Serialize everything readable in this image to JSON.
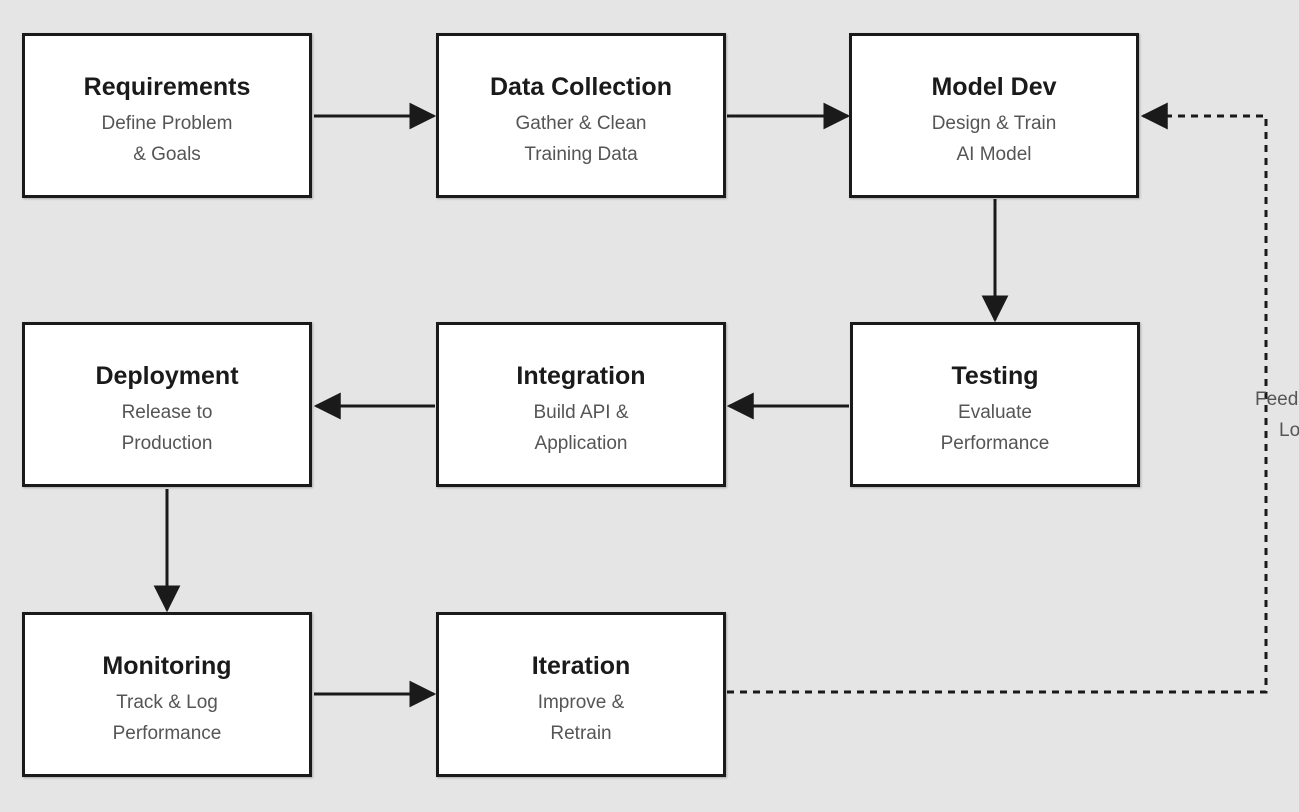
{
  "nodes": {
    "requirements": {
      "title": "Requirements",
      "line1": "Define Problem",
      "line2": "& Goals"
    },
    "data_collection": {
      "title": "Data Collection",
      "line1": "Gather & Clean",
      "line2": "Training Data"
    },
    "model_dev": {
      "title": "Model Dev",
      "line1": "Design & Train",
      "line2": "AI Model"
    },
    "testing": {
      "title": "Testing",
      "line1": "Evaluate",
      "line2": "Performance"
    },
    "integration": {
      "title": "Integration",
      "line1": "Build API &",
      "line2": "Application"
    },
    "deployment": {
      "title": "Deployment",
      "line1": "Release to",
      "line2": "Production"
    },
    "monitoring": {
      "title": "Monitoring",
      "line1": "Track & Log",
      "line2": "Performance"
    },
    "iteration": {
      "title": "Iteration",
      "line1": "Improve &",
      "line2": "Retrain"
    }
  },
  "feedback": {
    "label_line1": "Feed",
    "label_line2": "Lo"
  },
  "colors": {
    "background": "#e5e5e5",
    "box_fill": "#ffffff",
    "stroke": "#1a1a1a",
    "subtext": "#555555"
  }
}
